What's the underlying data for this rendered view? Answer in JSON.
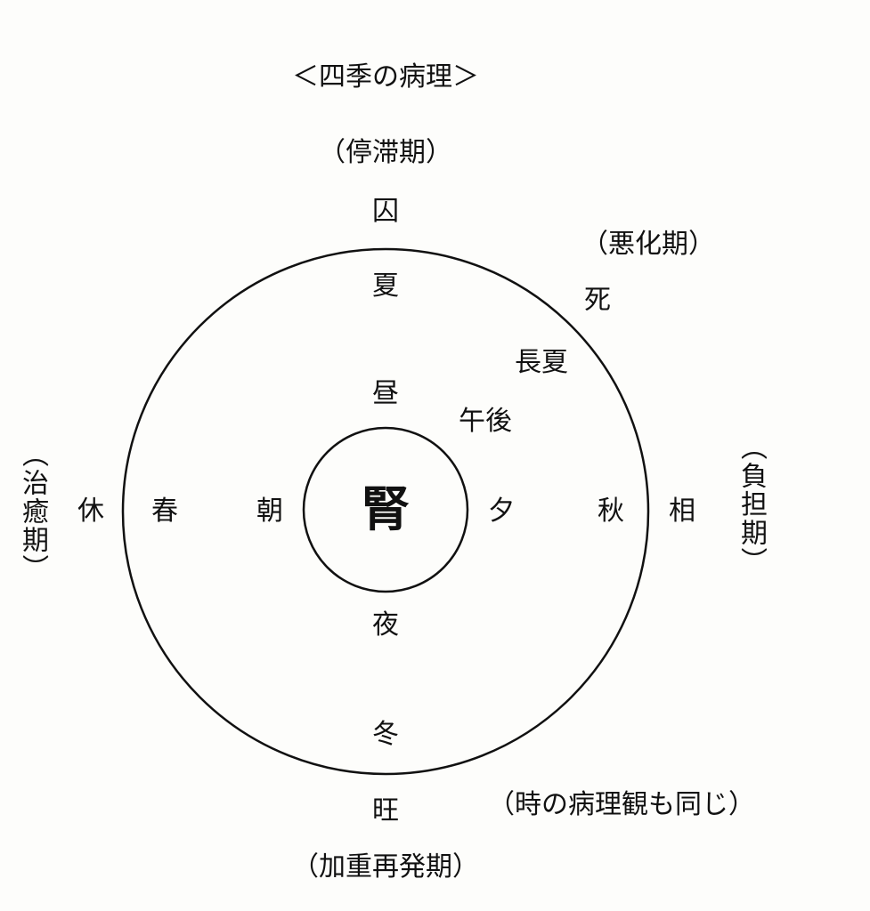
{
  "title": "＜四季の病理＞",
  "note": "（時の病理観も同じ）",
  "center": "腎",
  "phases": {
    "top": "（停滞期）",
    "upper_right": "（悪化期）",
    "right": "（負担期）",
    "bottom": "（加重再発期）",
    "left": "（治癒期）"
  },
  "states": {
    "top": "囚",
    "upper_right": "死",
    "right": "相",
    "bottom": "旺",
    "left": "休"
  },
  "seasons": {
    "summer": "夏",
    "late_summer": "長夏",
    "autumn": "秋",
    "winter": "冬",
    "spring": "春"
  },
  "times": {
    "noon": "昼",
    "afternoon": "午後",
    "evening": "夕",
    "night": "夜",
    "morning": "朝"
  },
  "colors": {
    "line": "#111111",
    "background": "#fdfdfb"
  }
}
